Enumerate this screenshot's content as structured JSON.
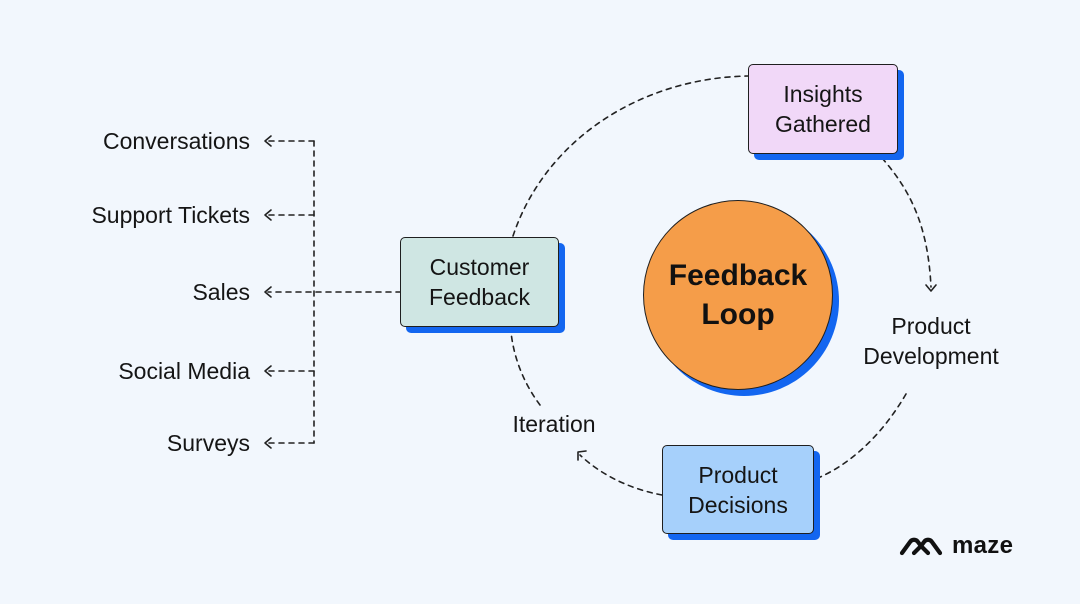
{
  "sources": [
    "Conversations",
    "Support Tickets",
    "Sales",
    "Social Media",
    "Surveys"
  ],
  "center": {
    "line1": "Feedback",
    "line2": "Loop"
  },
  "nodes": {
    "customer_feedback": {
      "line1": "Customer",
      "line2": "Feedback"
    },
    "insights_gathered": {
      "line1": "Insights",
      "line2": "Gathered"
    },
    "product_development": {
      "line1": "Product",
      "line2": "Development"
    },
    "product_decisions": {
      "line1": "Product",
      "line2": "Decisions"
    },
    "iteration": "Iteration"
  },
  "logo": {
    "text": "maze"
  },
  "colors": {
    "background": "#f2f7fd",
    "accent_shadow": "#1366f0",
    "customer_feedback_fill": "#cfe6e3",
    "insights_fill": "#f1d8f8",
    "decisions_fill": "#a6d0fb",
    "center_fill": "#f59d49"
  }
}
